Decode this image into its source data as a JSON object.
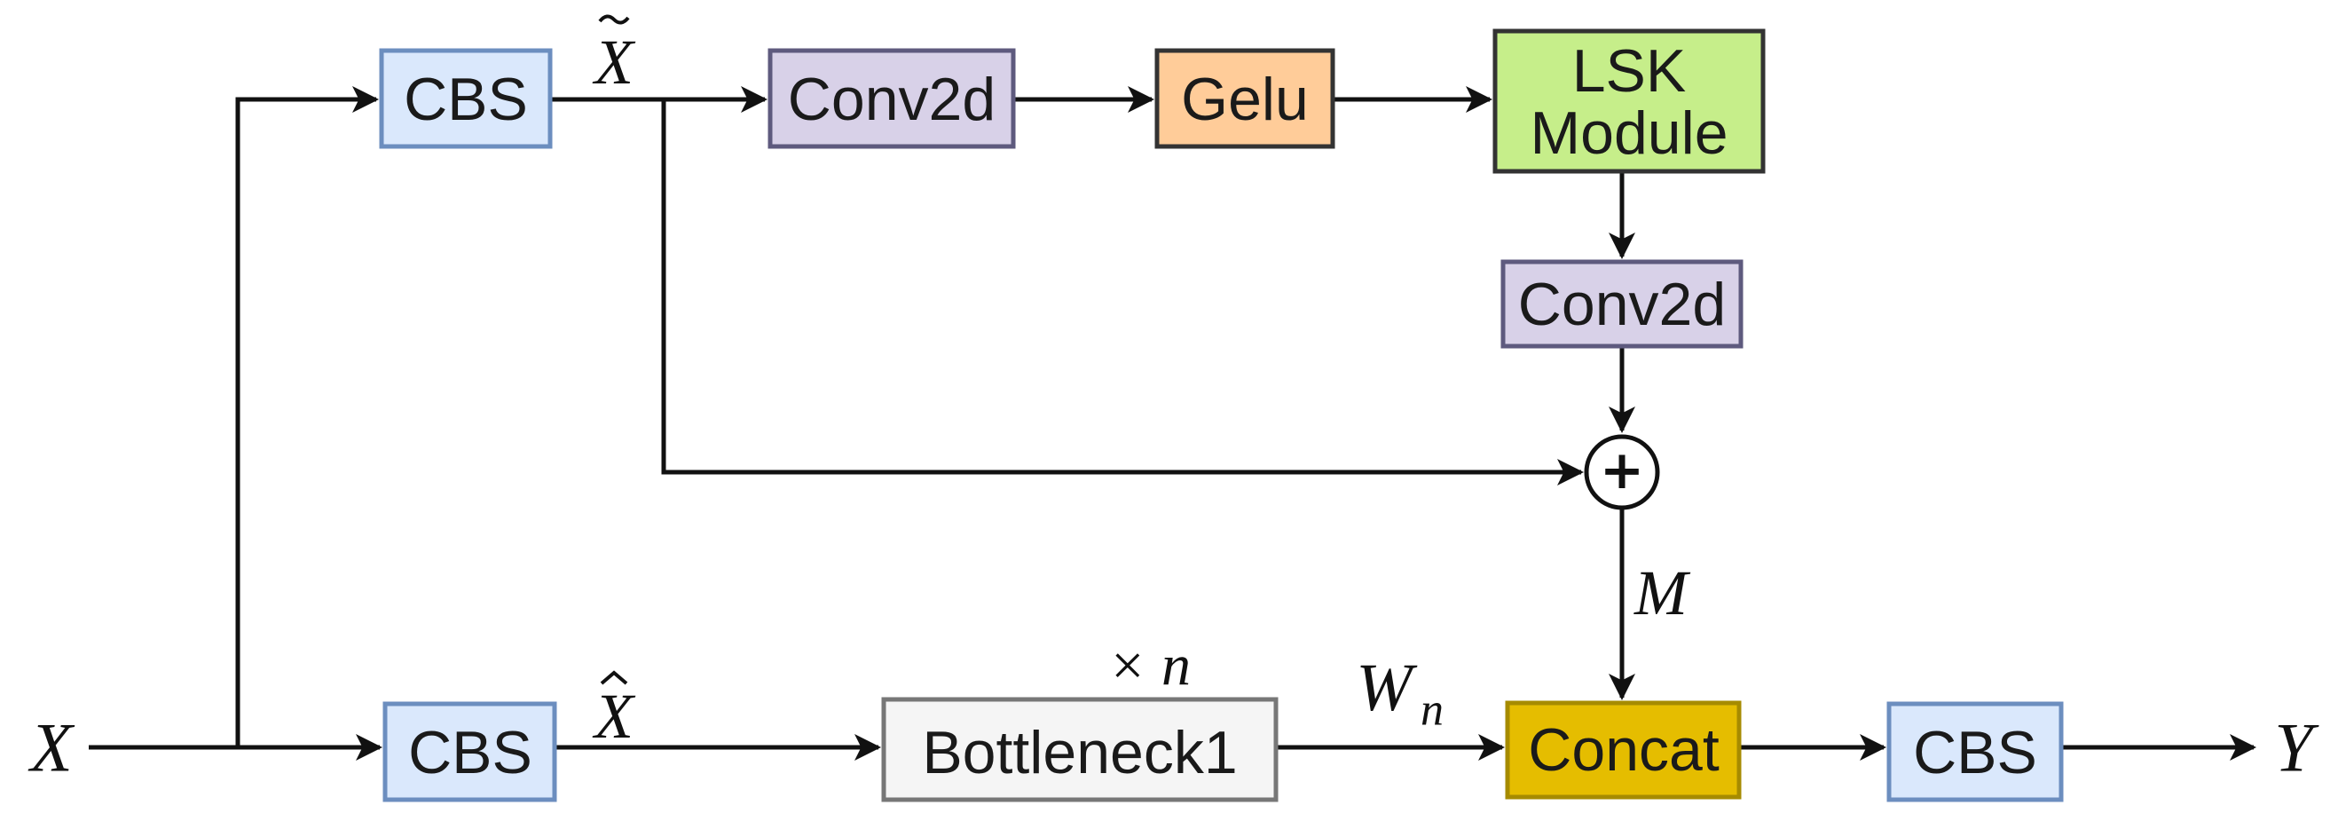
{
  "colors": {
    "cbs_fill": "#dae8fc",
    "cbs_stroke": "#6c8ebf",
    "conv_fill": "#d8d1e8",
    "conv_stroke": "#5e5a7e",
    "gelu_fill": "#ffcc99",
    "gelu_stroke": "#333333",
    "lsk_fill": "#c6ee8a",
    "lsk_stroke": "#333333",
    "bottleneck_fill": "#f5f5f5",
    "bottleneck_stroke": "#777777",
    "concat_fill": "#e5bd00",
    "concat_stroke": "#a68b00",
    "line": "#111111"
  },
  "blocks": {
    "cbs_top": "CBS",
    "conv2d_top": "Conv2d",
    "gelu": "Gelu",
    "lsk_line1": "LSK",
    "lsk_line2": "Module",
    "conv2d_right": "Conv2d",
    "cbs_bottom": "CBS",
    "bottleneck": "Bottleneck1",
    "concat": "Concat",
    "cbs_out": "CBS"
  },
  "symbols": {
    "input": "X",
    "x_tilde": "X",
    "x_hat": "X",
    "repeat": "× n",
    "w_base": "W",
    "w_sub": "n",
    "m": "M",
    "output": "Y",
    "plus": "+"
  }
}
